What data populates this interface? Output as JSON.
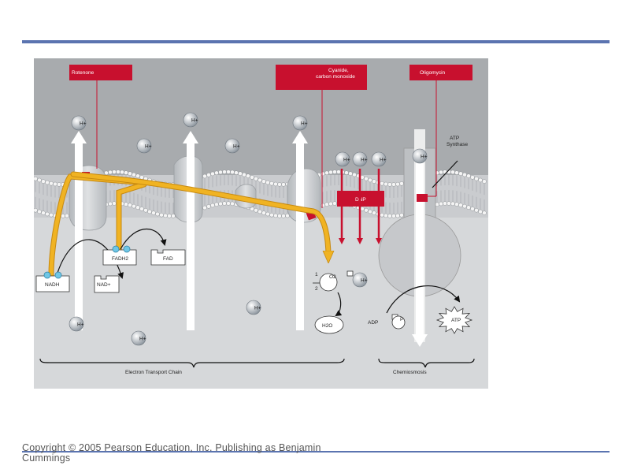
{
  "inhibitors": {
    "rotenone": "Rotenone",
    "cyanide_line1": "Cyanide,",
    "cyanide_line2": "carbon monoxide",
    "oligomycin": "Oligomycin"
  },
  "labels": {
    "hplus": "H+",
    "atp_synthase_line1": "ATP",
    "atp_synthase_line2": "Synthase",
    "dnp": "DNP",
    "fadh2": "FADH2",
    "fad": "FAD",
    "nadh": "NADH",
    "nadplus": "NAD+",
    "o2_coef_top": "1",
    "o2_coef_bottom": "2",
    "o2": "O2",
    "two": "2",
    "h2o": "H2O",
    "adp": "ADP",
    "p": "P",
    "atp": "ATP",
    "electron_transport_chain": "Electron Transport Chain",
    "chemiosmosis": "Chemiosmosis"
  },
  "footer": {
    "copyright": "Copyright © 2005 Pearson Education, Inc. Publishing as Benjamin Cummings"
  },
  "colors": {
    "inhibitor_red": "#c8102e",
    "electron_flow_yellow": "#f0b323",
    "rule_blue": "#5b74b0"
  }
}
